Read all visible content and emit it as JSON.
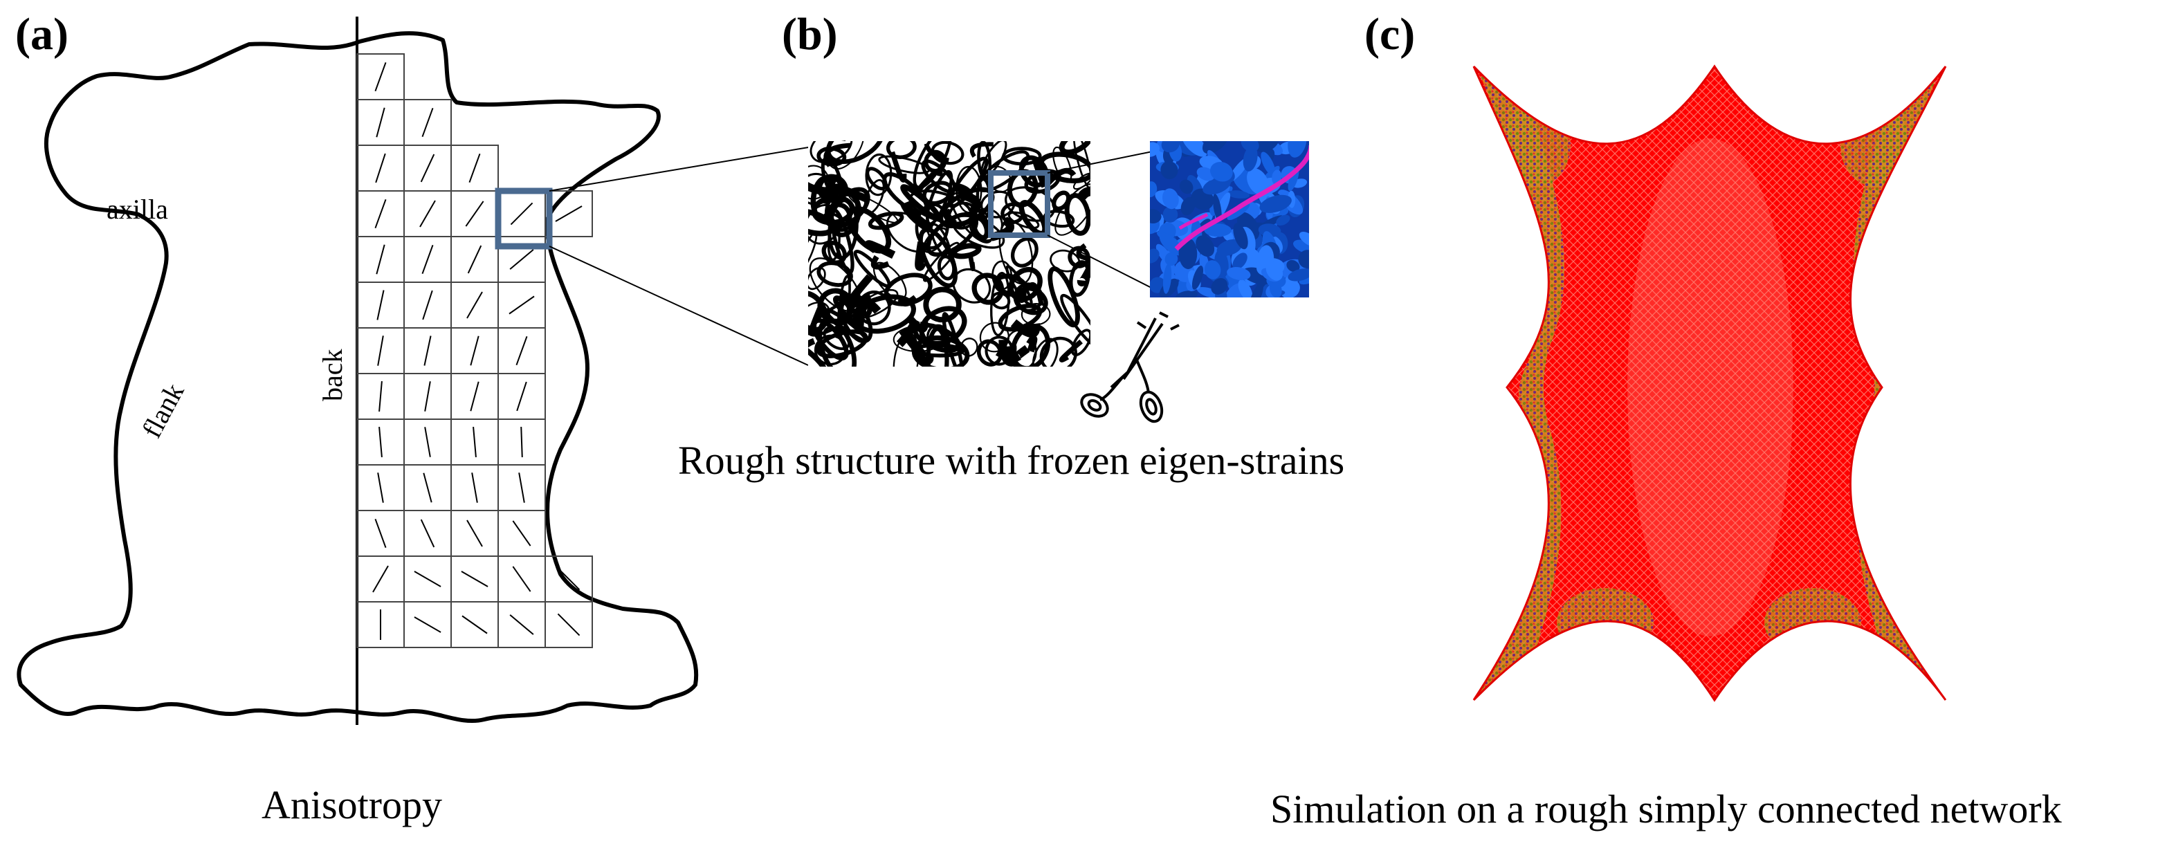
{
  "panels": {
    "a": {
      "label": "(a)",
      "caption": "Anisotropy",
      "region_labels": {
        "axilla": "axilla",
        "flank": "flank",
        "back": "back"
      }
    },
    "b": {
      "label": "(b)",
      "caption": "Rough structure with frozen eigen-strains"
    },
    "c": {
      "label": "(c)",
      "caption": "Simulation on a rough simply connected network"
    }
  },
  "colors": {
    "outline": "#000000",
    "highlight_box": "#4a6a90",
    "network_blue": "#1560e0",
    "network_magenta": "#e020c0",
    "simulation_red": "#ff0000",
    "simulation_mesh": "#ffb0a0",
    "simulation_green": "#8a9a20",
    "simulation_purple": "#5a2a8a"
  },
  "icons": [
    "scissors-icon"
  ]
}
